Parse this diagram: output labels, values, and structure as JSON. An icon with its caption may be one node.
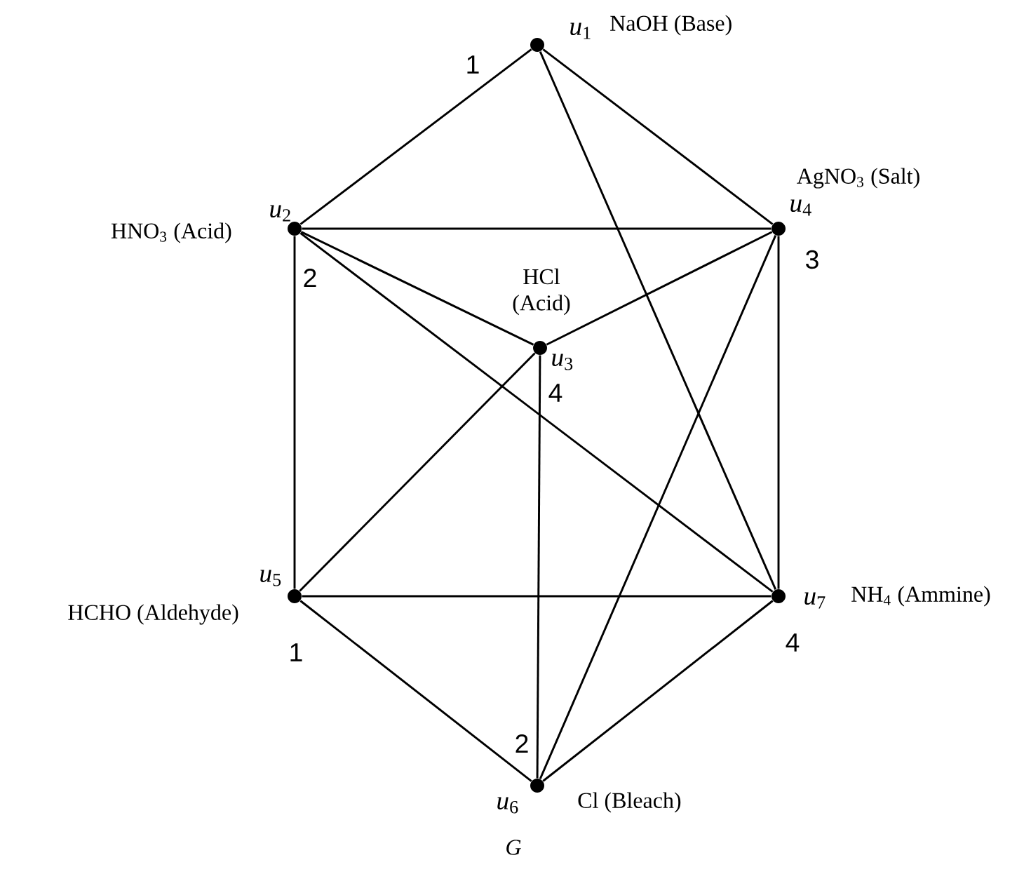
{
  "diagram": {
    "caption": "G",
    "nodes": [
      {
        "text": [
          "NaOH (Base)"
        ],
        "beside": [
          "*u*$_{1}$",
          "1"
        ]
      },
      {
        "text": [
          "HNO$_{3}$ (Acid)"
        ],
        "beside": [
          "*u*$_{2}$",
          "2"
        ]
      },
      {
        "text": [
          "HCl (Acid)"
        ],
        "beside": [
          "*u*$_{3}$",
          "4"
        ]
      },
      {
        "text": [
          "AgNO$_{3}$ (Salt)"
        ],
        "beside": [
          "*u*$_{4}$",
          "3"
        ]
      },
      {
        "text": [
          "HCHO (Aldehyde)"
        ],
        "beside": [
          "*u*$_{5}$",
          "1"
        ]
      },
      {
        "text": [
          "Cl (Bleach)"
        ],
        "beside": [
          "*u*$_{6}$",
          "2"
        ]
      },
      {
        "text": [
          "NH$_{4}$ (Ammine)"
        ],
        "beside": [
          "*u*$_{7}$",
          "4"
        ]
      }
    ],
    "edges": [
      {
        "from": 0,
        "to": 1,
        "arrow": "none"
      },
      {
        "from": 0,
        "to": 3,
        "arrow": "none"
      },
      {
        "from": 0,
        "to": 6,
        "arrow": "none"
      },
      {
        "from": 1,
        "to": 3,
        "arrow": "none"
      },
      {
        "from": 1,
        "to": 2,
        "arrow": "none"
      },
      {
        "from": 1,
        "to": 4,
        "arrow": "none"
      },
      {
        "from": 1,
        "to": 6,
        "arrow": "none"
      },
      {
        "from": 2,
        "to": 3,
        "arrow": "none"
      },
      {
        "from": 2,
        "to": 4,
        "arrow": "none"
      },
      {
        "from": 2,
        "to": 5,
        "arrow": "none"
      },
      {
        "from": 3,
        "to": 5,
        "arrow": "none"
      },
      {
        "from": 3,
        "to": 6,
        "arrow": "none"
      },
      {
        "from": 4,
        "to": 6,
        "arrow": "none"
      },
      {
        "from": 4,
        "to": 5,
        "arrow": "none"
      },
      {
        "from": 5,
        "to": 6,
        "arrow": "none"
      }
    ]
  }
}
